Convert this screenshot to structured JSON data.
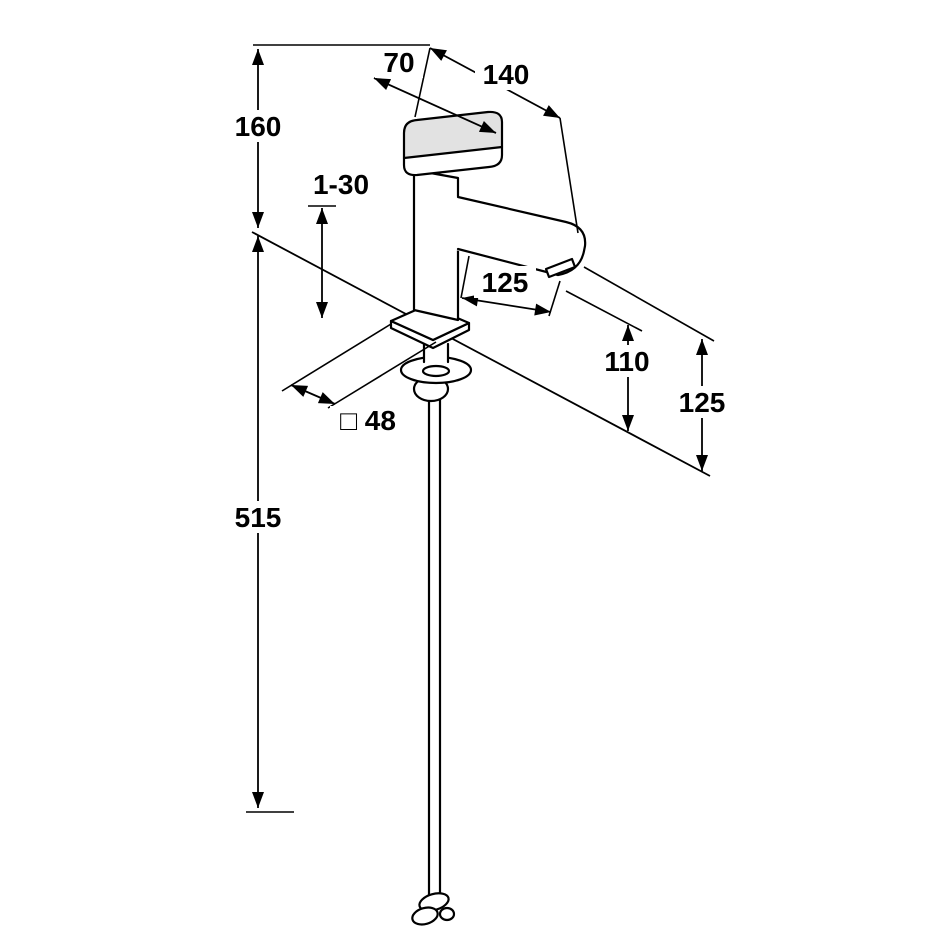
{
  "page": {
    "background": "#ffffff",
    "line_color": "#000000",
    "shade_color": "#e2e2e2"
  },
  "drawing": {
    "kind": "faucet-technical-dimension-drawing",
    "subject": "single-lever basin mixer, side view with mounting shank and pop-up rod",
    "dims": {
      "top_small": "70",
      "top_wide": "140",
      "height_upper_left": "160",
      "deck_thickness_range": "1-30",
      "spout_reach": "125",
      "spout_height": "110",
      "outer_height_right": "125",
      "base_square": "□ 48",
      "lower_length_left": "515"
    }
  }
}
